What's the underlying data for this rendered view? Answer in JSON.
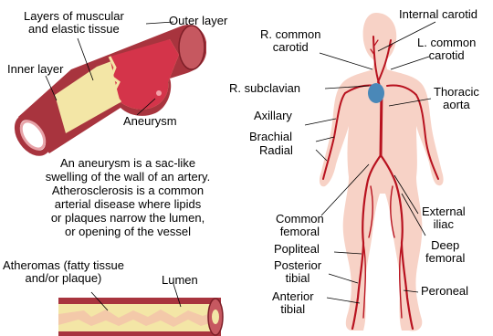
{
  "labels": {
    "muscular_layers": [
      "Layers of muscular",
      "and elastic tissue"
    ],
    "outer_layer": "Outer layer",
    "inner_layer": "Inner layer",
    "aneurysm": "Aneurysm",
    "atheromas": [
      "Atheromas (fatty tissue",
      "and/or plaque)"
    ],
    "lumen": "Lumen",
    "internal_carotid": "Internal carotid",
    "r_common_carotid": [
      "R. common",
      "carotid"
    ],
    "l_common_carotid": [
      "L. common",
      "carotid"
    ],
    "r_subclavian": "R. subclavian",
    "thoracic_aorta": [
      "Thoracic",
      "aorta"
    ],
    "axillary": "Axillary",
    "brachial": "Brachial",
    "radial": "Radial",
    "common_femoral": [
      "Common",
      "femoral"
    ],
    "external_iliac": [
      "External",
      "iliac"
    ],
    "deep_femoral": [
      "Deep",
      "femoral"
    ],
    "popliteal": "Popliteal",
    "posterior_tibial": [
      "Posterior",
      "tibial"
    ],
    "anterior_tibial": [
      "Anterior",
      "tibial"
    ],
    "peroneal": "Peroneal"
  },
  "caption": [
    "An aneurysm is a sac-like",
    "swelling of the wall of an artery.",
    "Atherosclerosis is a common",
    "arterial disease where lipids",
    "or plaques narrow the lumen,",
    "or opening of the vessel"
  ],
  "colors": {
    "body_skin": "#f7d2c6",
    "artery": "#b8121f",
    "vessel_outer": "#a8343e",
    "vessel_wall": "#f3e6a6",
    "aneurysm": "#d4344a",
    "heart": "#4a88b8"
  }
}
